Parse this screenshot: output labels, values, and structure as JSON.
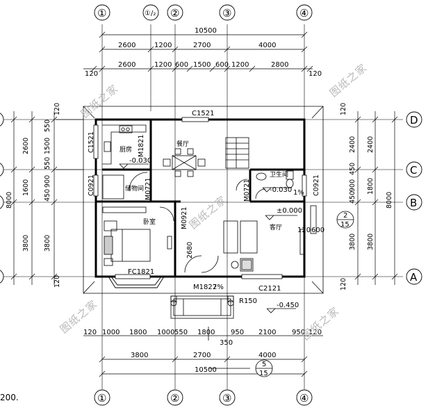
{
  "axes": {
    "bottom_top_labels": [
      "①",
      "①/₂",
      "②",
      "③",
      "④"
    ],
    "side_labels": [
      "D",
      "C",
      "B",
      "A"
    ]
  },
  "dims_top": {
    "total": "10500",
    "row1": [
      "2600",
      "1200",
      "2700",
      "4000"
    ],
    "row2": [
      "2600",
      "1200",
      "600",
      "1500",
      "600",
      "1200",
      "2800"
    ],
    "edge_left": "120",
    "edge_right": "120"
  },
  "dims_bottom": {
    "row1": [
      "120",
      "1000",
      "1800",
      "1000",
      "550",
      "1800",
      "950",
      "2100",
      "950",
      "120"
    ],
    "extra": "350",
    "row2": [
      "3800",
      "2700",
      "4000"
    ],
    "total": "10500"
  },
  "dims_left": {
    "outer": [
      "2600",
      "1600",
      "3800"
    ],
    "inner": [
      "550",
      "1500",
      "550",
      "900",
      "450"
    ],
    "total": "8000",
    "edge_top": "120",
    "edge_bottom": "120",
    "lower": "3800"
  },
  "dims_right": {
    "outer": [
      "2400",
      "1800",
      "3800"
    ],
    "inner": [
      "2400",
      "450",
      "900",
      "450",
      "3800"
    ],
    "total": "8000",
    "edge_top": "120",
    "edge_bottom": "120"
  },
  "rooms": {
    "kitchen": "厨房",
    "dining": "餐厅",
    "storage": "储物间",
    "bedroom": "卧室",
    "bathroom": "卫生间",
    "living": "客厅"
  },
  "openings": {
    "c1521_top": "C1521",
    "c1521_left": "C1521",
    "m1821": "M1821",
    "c0921_left": "C0921",
    "c0921_right": "C0921",
    "m0721_a": "M0721",
    "m0721_b": "M0721",
    "m0921": "M0921",
    "fc1821": "FC1821",
    "m1827": "M1827",
    "c2121": "C2121"
  },
  "levels": {
    "kitchen": "-0.030",
    "bath": "-0.030",
    "living": "±0.000",
    "porch": "-0.450",
    "bath_slope": "1%",
    "porch_slope": "2%"
  },
  "notes": {
    "r150": "R150",
    "d120": "120",
    "d600": "600",
    "d2680": "2680",
    "ref_2_15": [
      "2",
      "15"
    ],
    "ref_5_15": [
      "5",
      "15"
    ]
  },
  "watermark": "图纸之家",
  "scale_fragment": "200."
}
